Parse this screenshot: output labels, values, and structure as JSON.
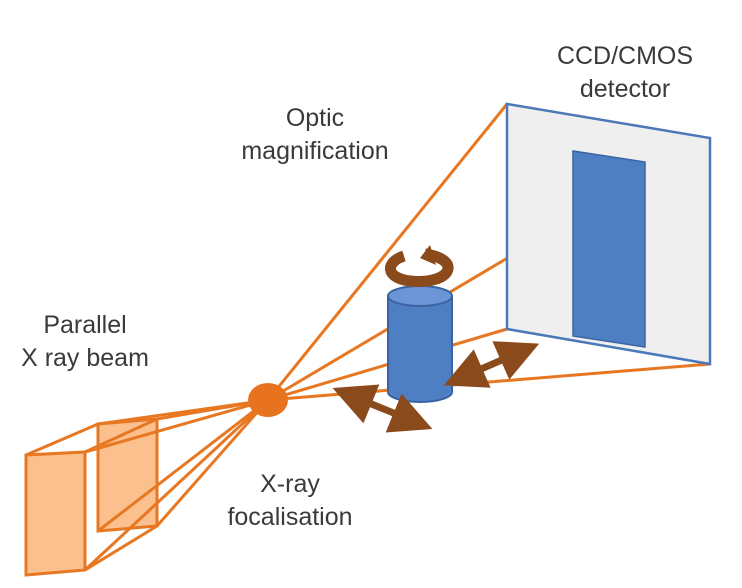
{
  "labels": {
    "detector": [
      "CCD/CMOS",
      "detector"
    ],
    "optic": [
      "Optic",
      "magnification"
    ],
    "beam": [
      "Parallel",
      "X ray beam"
    ],
    "focal": [
      "X-ray",
      "focalisation"
    ]
  },
  "colors": {
    "beam_orange": "#e87722",
    "beam_light": "#fbc08e",
    "detector_panel": "#efefef",
    "detector_border": "#4a78b8",
    "sensor_blue": "#4f7fc3",
    "sensor_border": "#3a63a3",
    "arrow_brown": "#8b4a1c",
    "focal_spot": "#e8731f",
    "text": "#3a3a3a"
  },
  "icons": {
    "rotation": "rotation-arrow-icon",
    "translation": "double-arrow-icon"
  }
}
